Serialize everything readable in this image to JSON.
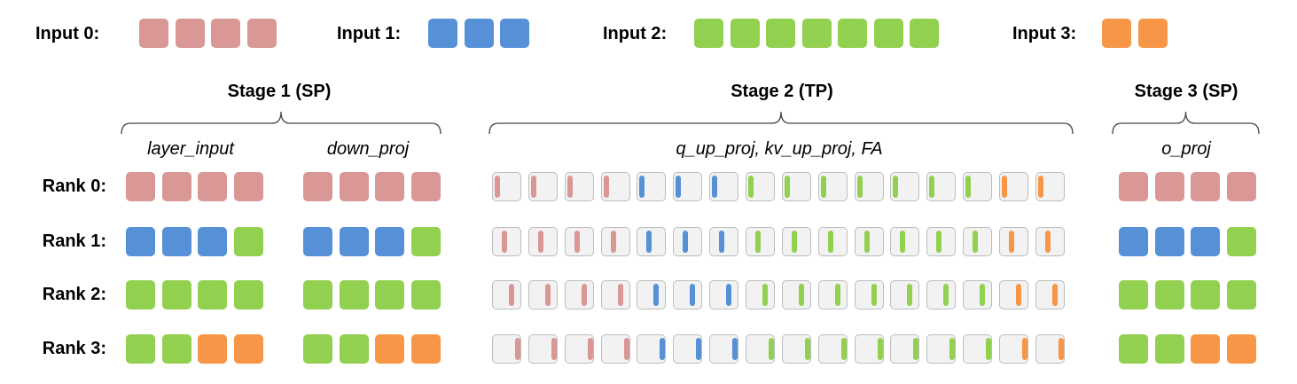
{
  "colors": {
    "input0": "#d99796",
    "input1": "#5690d6",
    "input2": "#92d050",
    "input3": "#f79646"
  },
  "inputs": [
    {
      "label": "Input 0:",
      "count": 4,
      "color_key": "input0"
    },
    {
      "label": "Input 1:",
      "count": 3,
      "color_key": "input1"
    },
    {
      "label": "Input 2:",
      "count": 7,
      "color_key": "input2"
    },
    {
      "label": "Input 3:",
      "count": 2,
      "color_key": "input3"
    }
  ],
  "stages": [
    {
      "title": "Stage 1 (SP)",
      "sublabels": [
        "layer_input",
        "down_proj"
      ]
    },
    {
      "title": "Stage 2 (TP)",
      "sublabels": [
        "q_up_proj,  kv_up_proj,  FA"
      ]
    },
    {
      "title": "Stage 3 (SP)",
      "sublabels": [
        "o_proj"
      ]
    }
  ],
  "ranks": [
    {
      "label": "Rank 0:",
      "sp_blocks": [
        "input0",
        "input0",
        "input0",
        "input0"
      ],
      "tp_slice_index": 0
    },
    {
      "label": "Rank 1:",
      "sp_blocks": [
        "input1",
        "input1",
        "input1",
        "input2"
      ],
      "tp_slice_index": 1
    },
    {
      "label": "Rank 2:",
      "sp_blocks": [
        "input2",
        "input2",
        "input2",
        "input2"
      ],
      "tp_slice_index": 2
    },
    {
      "label": "Rank 3:",
      "sp_blocks": [
        "input2",
        "input2",
        "input3",
        "input3"
      ],
      "tp_slice_index": 3
    }
  ],
  "tp_blocks": [
    "input0",
    "input0",
    "input0",
    "input0",
    "input1",
    "input1",
    "input1",
    "input2",
    "input2",
    "input2",
    "input2",
    "input2",
    "input2",
    "input2",
    "input3",
    "input3"
  ],
  "tp_slice_count": 4
}
